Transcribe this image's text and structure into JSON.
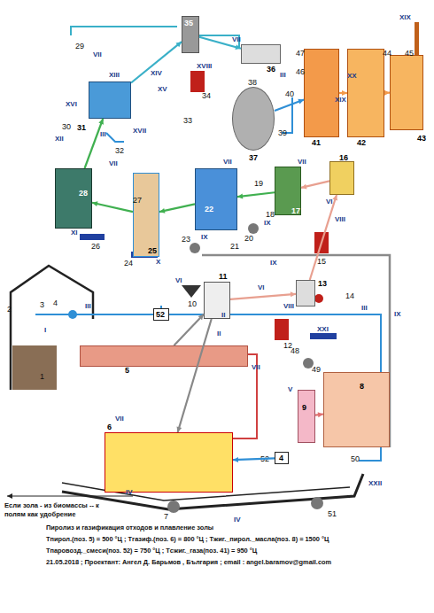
{
  "diagram": {
    "title": "Пиролиз и газификация отходов и плавление золы",
    "nodes": [
      {
        "text": [
          "5"
        ]
      },
      {
        "text": [
          "11"
        ]
      },
      {
        "text": [
          "6"
        ]
      },
      {
        "text": [
          "8"
        ]
      },
      {
        "text": [
          "9"
        ]
      },
      {
        "text": [
          "13"
        ]
      },
      {
        "text": [
          "41"
        ]
      },
      {
        "text": [
          "42"
        ]
      },
      {
        "text": [
          "43"
        ]
      },
      {
        "text": [
          "22"
        ]
      },
      {
        "text": [
          "17"
        ]
      },
      {
        "text": [
          "16"
        ]
      },
      {
        "text": [
          "25"
        ]
      },
      {
        "text": [
          "28"
        ]
      },
      {
        "text": [
          "31"
        ]
      },
      {
        "text": [
          "35"
        ]
      },
      {
        "text": [
          "36"
        ]
      },
      {
        "text": [
          "37"
        ]
      },
      {
        "text": [
          "52"
        ]
      },
      {
        "text": [
          "4"
        ]
      }
    ],
    "edges": [
      {
        "from": 0,
        "to": 1,
        "arrow": "to"
      },
      {
        "from": 1,
        "to": 5,
        "arrow": "to"
      },
      {
        "from": 1,
        "to": 2,
        "arrow": "to"
      },
      {
        "from": 5,
        "to": 11,
        "arrow": "to"
      },
      {
        "from": 11,
        "to": 10,
        "arrow": "to"
      },
      {
        "from": 10,
        "to": 9,
        "arrow": "to"
      },
      {
        "from": 9,
        "to": 12,
        "arrow": "to"
      },
      {
        "from": 12,
        "to": 13,
        "arrow": "to"
      },
      {
        "from": 13,
        "to": 14,
        "arrow": "to"
      },
      {
        "from": 14,
        "to": 15,
        "arrow": "to"
      },
      {
        "from": 15,
        "to": 16,
        "arrow": "to"
      },
      {
        "from": 17,
        "to": 6,
        "arrow": "to"
      },
      {
        "from": 6,
        "to": 7,
        "arrow": "to"
      },
      {
        "from": 7,
        "to": 8,
        "arrow": "to"
      },
      {
        "from": 4,
        "to": 3,
        "arrow": "to"
      },
      {
        "from": 19,
        "to": 2,
        "arrow": "to"
      }
    ],
    "labels": [
      "VII",
      "VII",
      "XVIII",
      "34",
      "29",
      "XIII",
      "XIV",
      "XV",
      "XVI",
      "XII",
      "30",
      "III",
      "XVII",
      "33",
      "32",
      "VII",
      "III",
      "40",
      "38",
      "39",
      "47",
      "46",
      "XX",
      "XIX",
      "45",
      "44",
      "XIX",
      "XI",
      "26",
      "27",
      "24",
      "X",
      "IX",
      "IX",
      "VII",
      "VII",
      "23",
      "21",
      "20",
      "19",
      "18",
      "VI",
      "15",
      "VIII",
      "IX",
      "IX",
      "1",
      "I",
      "2",
      "3",
      "4",
      "III",
      "10",
      "VI",
      "VI",
      "II",
      "II",
      "14",
      "VIII",
      "12",
      "XXI",
      "48",
      "49",
      "VII",
      "V",
      "III",
      "VII",
      "52",
      "50",
      "XXII",
      "51",
      "IV",
      "7",
      "IV",
      "Если зола - из биомассы -- к полям как удобрение",
      "Tпирол.(поз. 5) = 500 °Ц ; Tгазиф.(поз. 6) = 800 °Ц ; Tжиг._пирол._масла(поз. 8) = 1500 °Ц",
      "Tпаровозд._смеси(поз. 52) = 750 °Ц ; Tсжиг._газа(поз. 41) = 950 °Ц",
      "21.05.2018 ; Проектант: Ангел Д. Барьмов , България ; email : angel.baramov@gmail.com"
    ]
  }
}
